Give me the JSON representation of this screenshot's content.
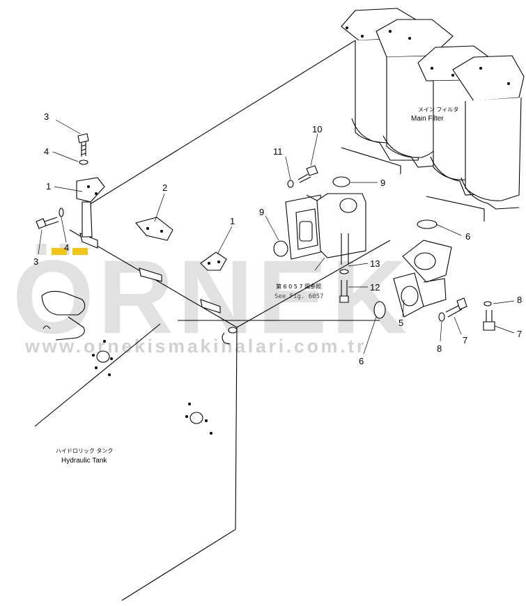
{
  "diagram": {
    "part_numbers": {
      "p1_left": "1",
      "p1_mid": "1",
      "p2": "2",
      "p3_top": "3",
      "p3_bottom": "3",
      "p4_top": "4",
      "p4_bottom": "4",
      "p5": "5",
      "p6_top": "6",
      "p6_bottom": "6",
      "p7_right": "7",
      "p7_mid": "7",
      "p8_right": "8",
      "p8_mid": "8",
      "p9_top": "9",
      "p9_mid": "9",
      "p10": "10",
      "p11": "11",
      "p12": "12",
      "p13": "13"
    },
    "labels": {
      "main_filter_jp": "メイン フィルタ",
      "main_filter_en": "Main Filter",
      "hydraulic_tank_jp": "ハイドロリック タンク",
      "hydraulic_tank_en": "Hydraulic Tank",
      "see_fig_jp": "第 6 0 5 7 図参照",
      "see_fig_en": "See Fig. 6057"
    },
    "watermark": {
      "logo": "ÖRNEK",
      "url": "www.ornekismakinalari.com.tr"
    },
    "colors": {
      "line": "#000000",
      "watermark": "#c8c8c8",
      "accent_dots": "#f0c419"
    }
  }
}
